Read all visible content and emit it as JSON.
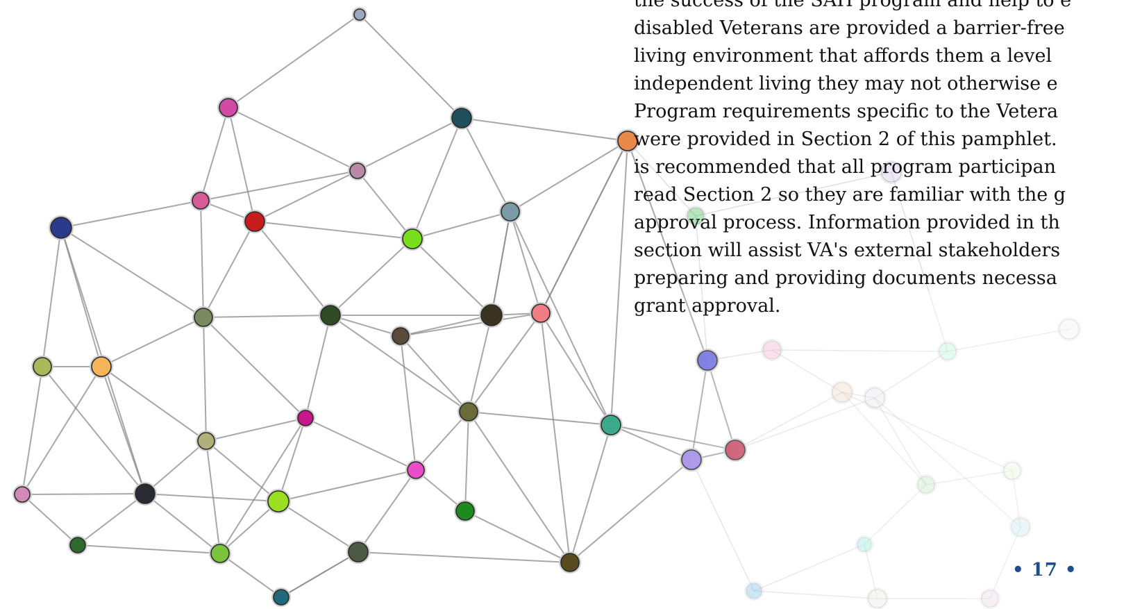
{
  "page": {
    "number_text": "• 17 •",
    "accent_color": "#1f4e8c",
    "background": "#ffffff"
  },
  "body_text": {
    "lines": [
      "the success of the SAH program and help to e",
      "disabled Veterans are provided a barrier-free",
      "living environment that affords them a level",
      "independent living they may not otherwise e",
      "Program requirements specific to the Vetera",
      "were provided in Section 2 of this pamphlet.",
      "is recommended that all program participan",
      "read Section 2 so they are familiar with the g",
      "approval process. Information provided in th",
      "section will assist VA's external stakeholders",
      "preparing and providing documents necessa",
      "grant approval."
    ]
  },
  "decoration": {
    "type": "network-graph",
    "edge_color": "#8a8a8a",
    "node_colors": [
      "#9aa9c0",
      "#d24aa6",
      "#1f4f5a",
      "#b88aa8",
      "#e8894a",
      "#d65c98",
      "#c81d1d",
      "#78e01a",
      "#7a9aa6",
      "#2b3a8a",
      "#7b8a5e",
      "#2f4a24",
      "#3a331f",
      "#ef7d84",
      "#5a4a3a",
      "#a8b85a",
      "#f5b35a",
      "#c8158a",
      "#6a6a3a",
      "#b0b07a",
      "#2a2a34",
      "#9ae020",
      "#e94ec8",
      "#1e8a1e",
      "#d28ab8",
      "#2e6a2e",
      "#7ac43a",
      "#4a5a44",
      "#1e6a7a",
      "#5a4a20",
      "#3aaa8a",
      "#a08ae8",
      "#c4405e",
      "#6a6ae0",
      "#4cc060",
      "#e89ab8",
      "#e8c4a8",
      "#d8d8e0",
      "#8aeec0",
      "#9adc9a",
      "#e0f0c0",
      "#9adce8",
      "#5ae0d0",
      "#5ab0e0",
      "#e0dcd0",
      "#d8b8d8",
      "#d0c8e8",
      "#e4e4e4"
    ]
  }
}
